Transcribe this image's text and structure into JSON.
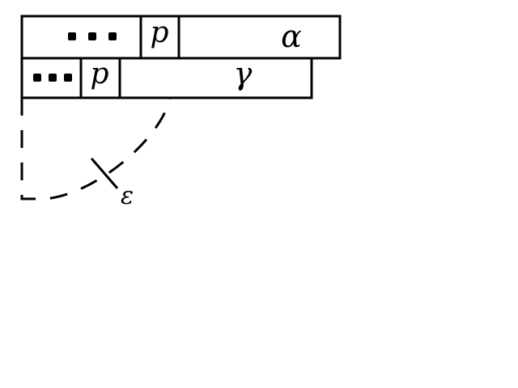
{
  "rows": [
    {
      "cells": [
        {
          "label": "•••"
        },
        {
          "label": "p"
        },
        {
          "label": "α"
        }
      ]
    },
    {
      "cells": [
        {
          "label": "•••"
        },
        {
          "label": "p"
        },
        {
          "label": "γ"
        }
      ]
    }
  ],
  "curve_label": "ε",
  "colors": {
    "stroke": "#000000",
    "background": "#ffffff"
  }
}
